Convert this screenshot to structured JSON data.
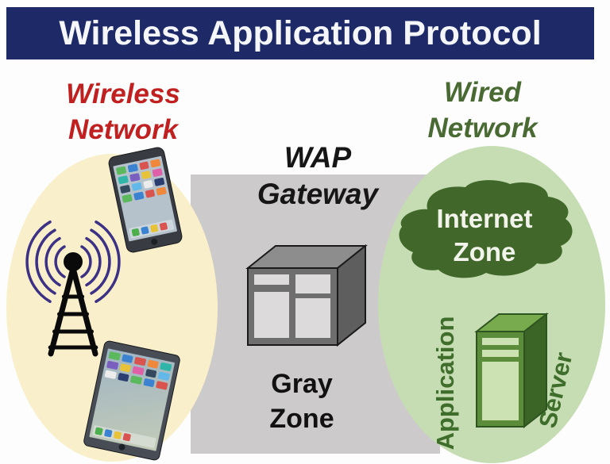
{
  "title": "Wireless Application Protocol",
  "labels": {
    "wireless_network": {
      "line1": "Wireless",
      "line2": "Network"
    },
    "wired_network": {
      "line1": "Wired",
      "line2": "Network"
    },
    "wap_gateway": {
      "line1": "WAP",
      "line2": "Gateway"
    },
    "gray_zone": {
      "line1": "Gray",
      "line2": "Zone"
    },
    "internet_zone": {
      "line1": "Internet",
      "line2": "Zone"
    },
    "application_server": {
      "left_vertical": "Application",
      "right_vertical": "Server"
    }
  },
  "icons": {
    "cell_tower": "cell-tower-icon",
    "radio_waves": "radio-waves-icon",
    "smartphone": "smartphone-icon",
    "tablet": "tablet-icon",
    "wap_gateway_box": "gateway-box-icon",
    "application_server_box": "server-tower-icon",
    "internet_blob": "internet-zone-blob"
  },
  "colors": {
    "title_bar_bg": "#1E2A67",
    "title_text": "#F4F6FA",
    "wireless_label": "#C02020",
    "wired_label": "#4A6A33",
    "wap_label": "#161616",
    "wireless_region_bg": "#F9F0CB",
    "wired_region_bg": "#C6DDB3",
    "gray_zone_bg": "#CCCACA",
    "internet_blob_bg": "#41682A",
    "internet_zone_text": "#F2F3EA",
    "server_green_front": "#5A8C39",
    "gateway_gray_front": "#6E6E6E",
    "radio_wave": "#3D3185"
  }
}
